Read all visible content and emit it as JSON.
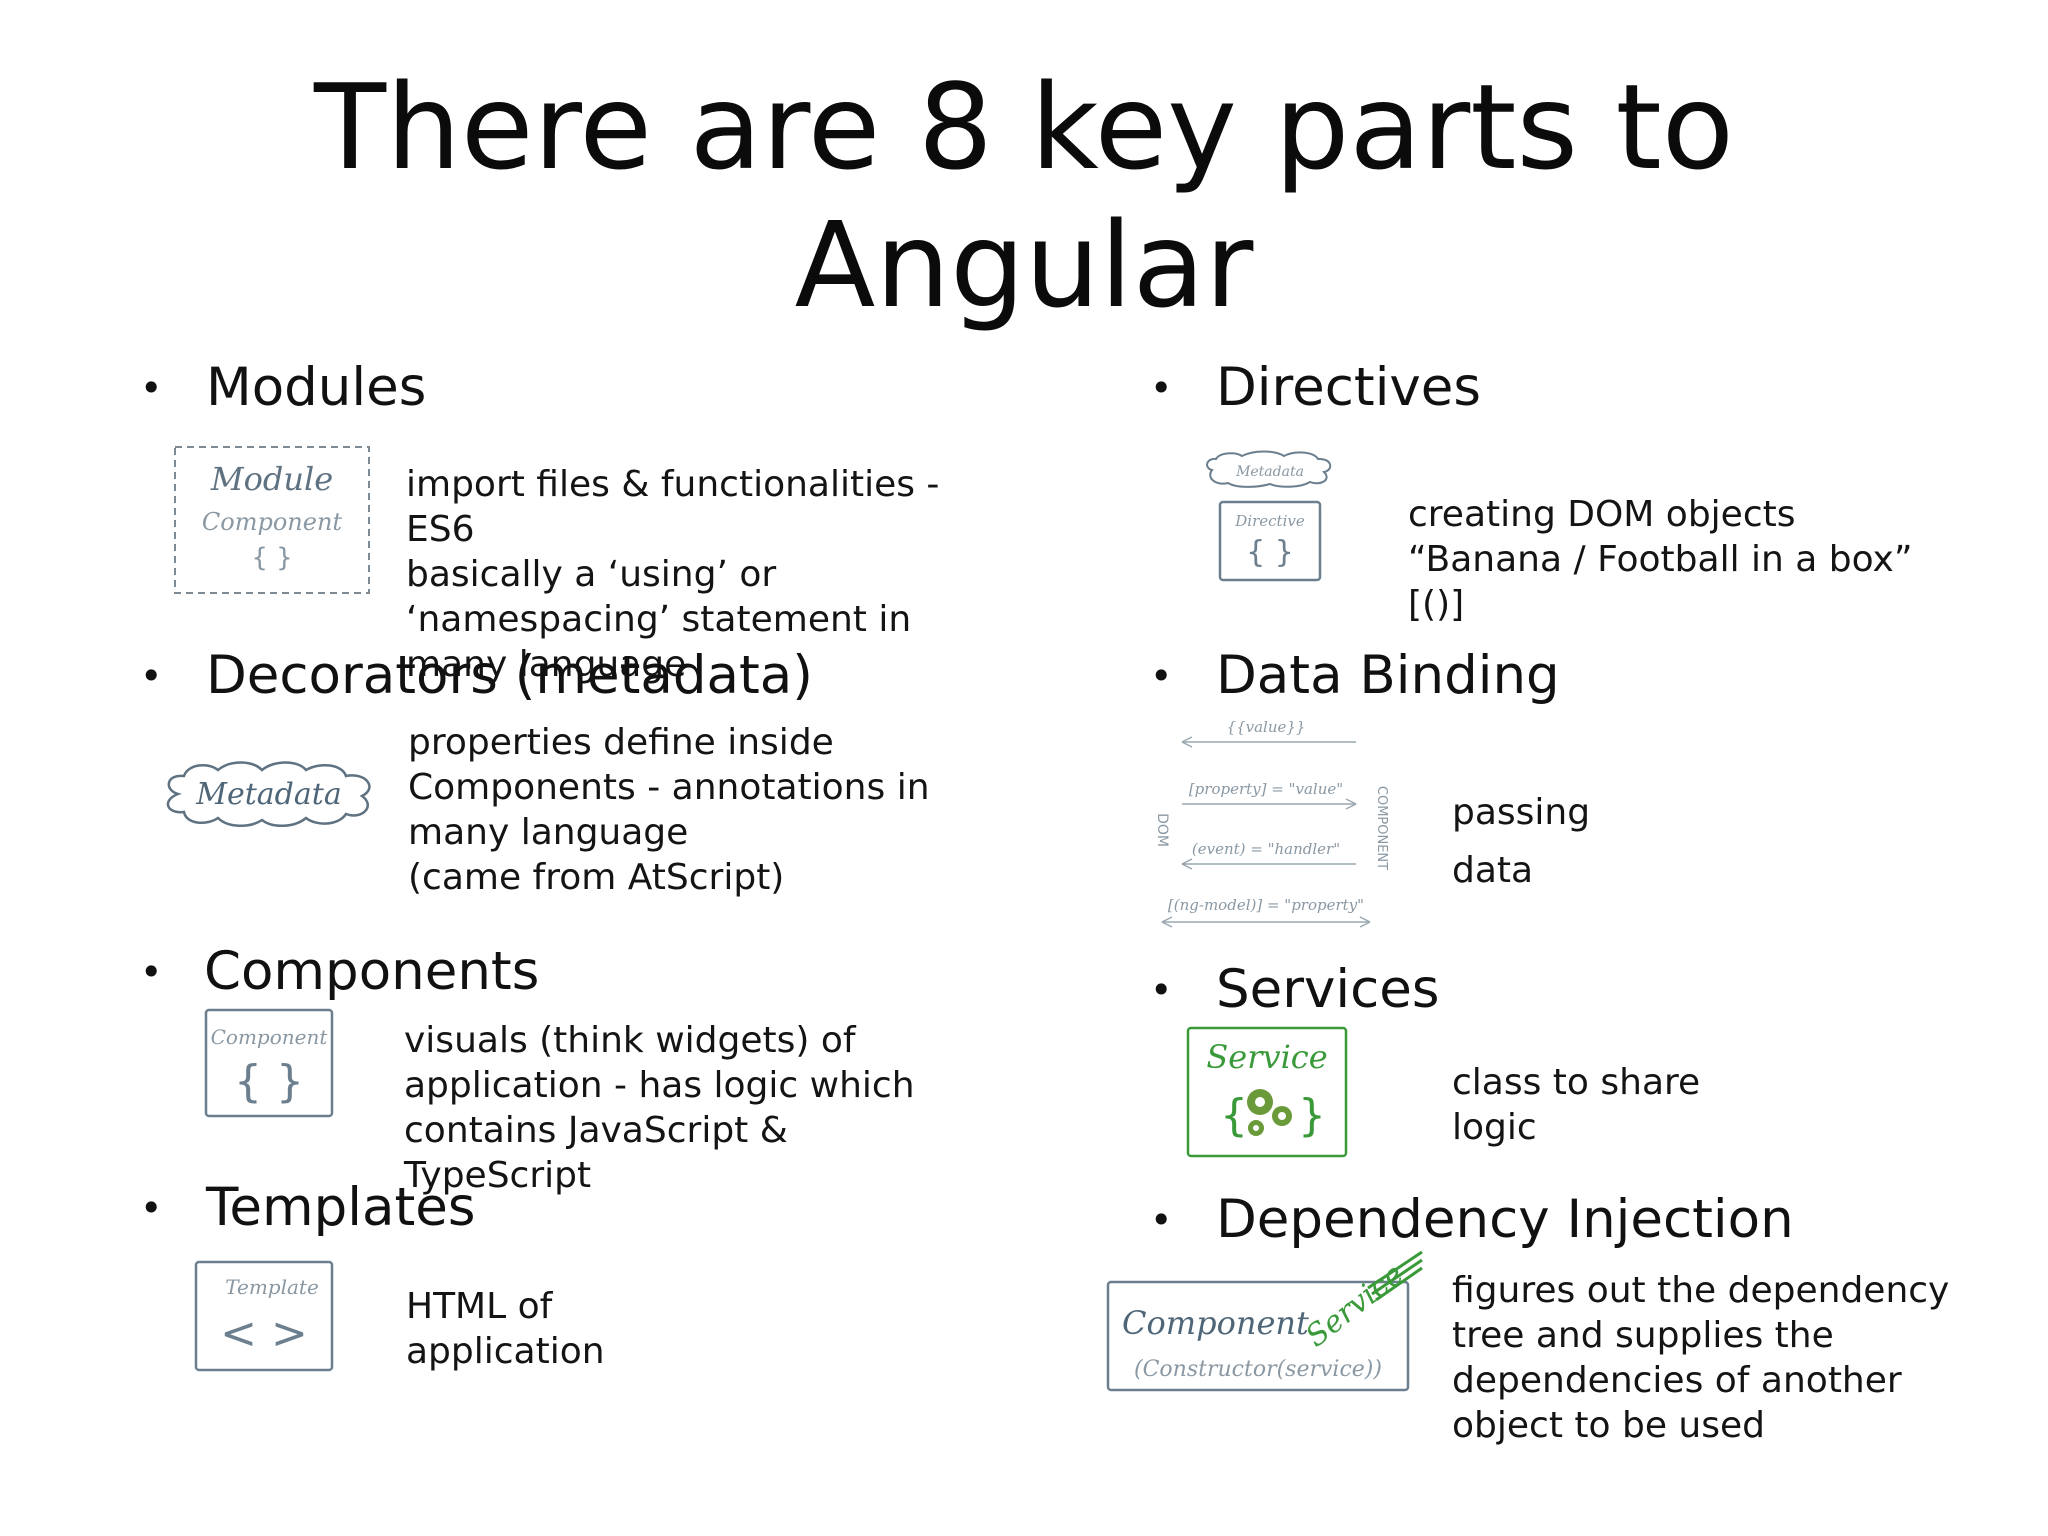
{
  "title": {
    "line1": "There are 8 key parts to",
    "line2": "Angular"
  },
  "colors": {
    "sketch": "#6b7f8f",
    "service_green": "#3a9a3a",
    "text": "#111111"
  },
  "sections": {
    "modules": {
      "heading": "Modules",
      "icon_label_1": "Module",
      "icon_label_2": "Component",
      "icon_label_3": "{ }",
      "desc": [
        "import files & functionalities -",
        "ES6",
        "basically a ‘using’ or",
        "‘namespacing’ statement in",
        "many language"
      ]
    },
    "decorators": {
      "heading": "Decorators (metadata)",
      "icon_label": "Metadata",
      "desc": [
        "properties define inside",
        "Components - annotations in",
        "many language",
        "(came from AtScript)"
      ]
    },
    "components": {
      "heading": "Components",
      "icon_label_1": "Component",
      "icon_label_2": "{ }",
      "desc": [
        "visuals (think widgets) of",
        "application - has logic which",
        "contains JavaScript &",
        "TypeScript"
      ]
    },
    "templates": {
      "heading": "Templates",
      "icon_label_1": "Template",
      "icon_label_2": "< >",
      "desc": [
        "HTML of",
        "application"
      ]
    },
    "directives": {
      "heading": "Directives",
      "icon_label_1": "Metadata",
      "icon_label_2": "Directive",
      "icon_label_3": "{ }",
      "desc": [
        "creating DOM objects",
        "“Banana / Football in a box”",
        "[()]"
      ]
    },
    "data_binding": {
      "heading": "Data Binding",
      "icon_labels": [
        "{{value}}",
        "[property] = \"value\"",
        "(event) = \"handler\"",
        "[(ng-model)] = \"property\""
      ],
      "icon_side_left": "DOM",
      "icon_side_right": "COMPONENT",
      "desc": [
        "passing",
        "data"
      ]
    },
    "services": {
      "heading": "Services",
      "icon_label": "Service",
      "desc": [
        "class to share",
        "logic"
      ]
    },
    "dependency_injection": {
      "heading": "Dependency Injection",
      "icon_label_1": "Component",
      "icon_label_2": "Service",
      "icon_label_3": "(Constructor(service))",
      "desc": [
        "figures out the dependency",
        "tree and supplies the",
        "dependencies of another",
        "object to be used"
      ]
    }
  }
}
